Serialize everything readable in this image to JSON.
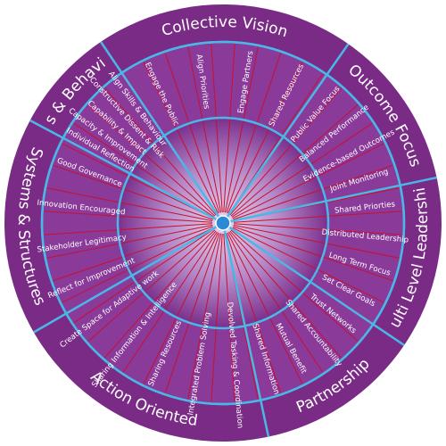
{
  "colors": {
    "outer_ring": "#7a2b86",
    "center_light": "#e6d6f0",
    "center_dark": "#7b2f8c",
    "blue_line": "#4ab7e6",
    "red_line": "#c8102e",
    "text": "#ffffff"
  },
  "segments": [
    {
      "title": "Collective Vision",
      "start": -34,
      "end": 35,
      "items": [
        "Engage the Public",
        "Align Priorities",
        "Engage Partners",
        "Shared Resources"
      ]
    },
    {
      "title": "Outcome Focus",
      "start": 35,
      "end": 78,
      "items": [
        "Public Value Focus",
        "Balanced Performance",
        "Evidence-based Outcomes",
        "Joint Monitoring"
      ]
    },
    {
      "title": "Multi Level Leadership",
      "start": 78,
      "end": 124,
      "items": [
        "Shared Priorties",
        "Distributed Leadership",
        "Long Term Focus",
        "Set Clear Goals"
      ]
    },
    {
      "title": "Partnership",
      "start": 124,
      "end": 168,
      "items": [
        "Trust Networks",
        "Shared Accountability",
        "Mutual Benefit",
        "Shared Information"
      ]
    },
    {
      "title": "Action Oriented",
      "start": 168,
      "end": 240,
      "items": [
        "Devolved Tasking & Coordination",
        "Integrated Problem Solving",
        "Sharing Resources",
        "Sharing Information & Intelligence",
        "Create Space for Adaptive work"
      ]
    },
    {
      "title": "Systems & Structures",
      "start": 240,
      "end": 298,
      "items": [
        "Reflect for Improvement",
        "Stakeholder Legitimacy",
        "Innovation Encouraged",
        "Good Governance"
      ]
    },
    {
      "title": "Skills & Behaviours",
      "start": 298,
      "end": 326,
      "items": [
        "Individual Reflection",
        "Capacity & Improvement",
        "Capability & Impact",
        "Constructive Dissent & Risk",
        "Align Skills & Behaviour"
      ]
    }
  ]
}
